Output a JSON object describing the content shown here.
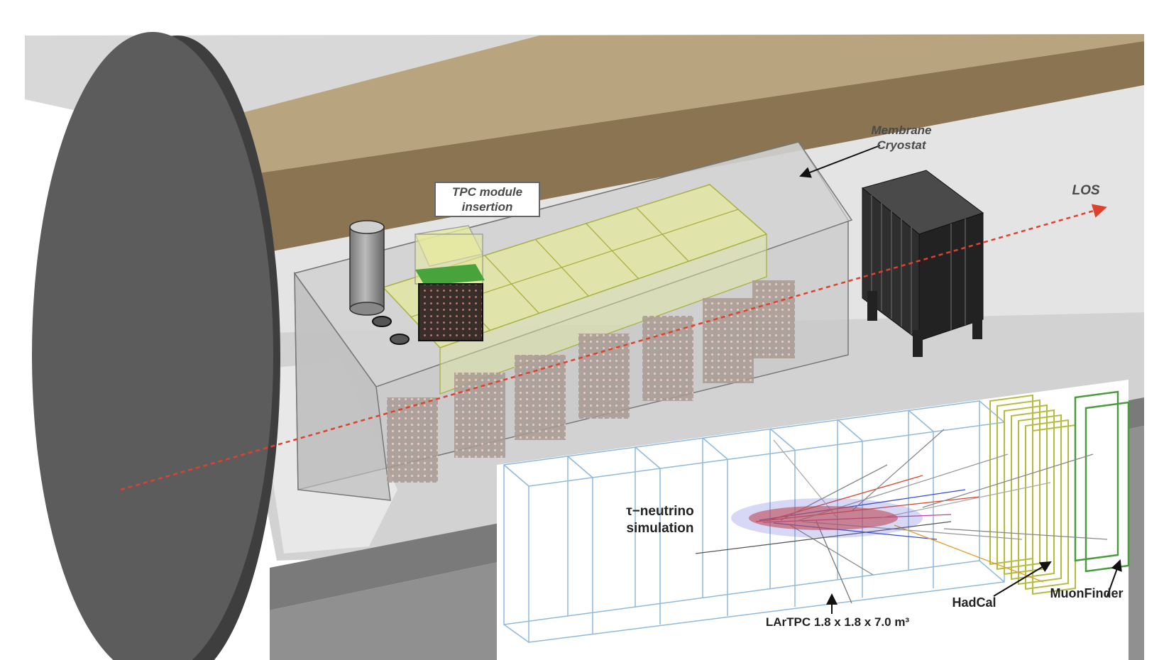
{
  "labels": {
    "membrane_cryostat": [
      "Membrane",
      "Cryostat"
    ],
    "tpc_module_insertion": [
      "TPC module",
      "insertion"
    ],
    "los": "LOS",
    "tau_neutrino": "τ−neutrino",
    "simulation": "simulation",
    "lartpc": "LArTPC 1.8 x 1.8 x 7.0 m³",
    "hadcal": "HadCal",
    "muonfinder": "MuonFinder"
  },
  "colors": {
    "cavern_wall": "#8a7452",
    "cavern_ceiling": "#b8a57f",
    "floor": "#e6e6e6",
    "disk": "#5c5c5c",
    "cryostat": "#c8c8c8",
    "tpc_module": "#e5ea9c",
    "beam_line": "#e0412c",
    "sim_grid": "#8fb9dd",
    "hadcal": "#b6bd3c",
    "muonfinder": "#4a9a3e"
  }
}
